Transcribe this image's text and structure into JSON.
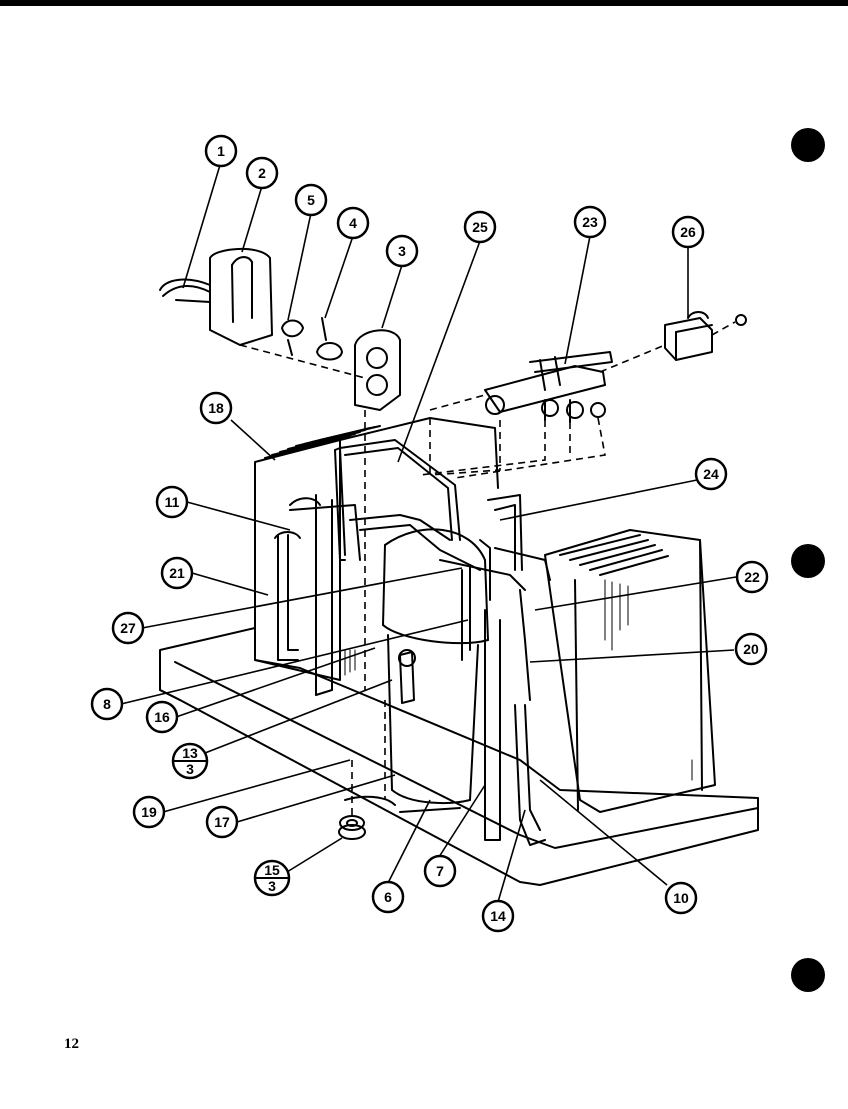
{
  "page_number": "12",
  "colors": {
    "ink": "#000000",
    "paper": "#ffffff"
  },
  "callouts": [
    {
      "id": "c1",
      "label": "1"
    },
    {
      "id": "c2",
      "label": "2"
    },
    {
      "id": "c5",
      "label": "5"
    },
    {
      "id": "c4",
      "label": "4"
    },
    {
      "id": "c3",
      "label": "3"
    },
    {
      "id": "c25",
      "label": "25"
    },
    {
      "id": "c23",
      "label": "23"
    },
    {
      "id": "c26",
      "label": "26"
    },
    {
      "id": "c18",
      "label": "18"
    },
    {
      "id": "c11",
      "label": "11"
    },
    {
      "id": "c21",
      "label": "21"
    },
    {
      "id": "c27",
      "label": "27"
    },
    {
      "id": "c8",
      "label": "8"
    },
    {
      "id": "c16",
      "label": "16"
    },
    {
      "id": "c24",
      "label": "24"
    },
    {
      "id": "c22",
      "label": "22"
    },
    {
      "id": "c20",
      "label": "20"
    },
    {
      "id": "c19",
      "label": "19"
    },
    {
      "id": "c17",
      "label": "17"
    },
    {
      "id": "c6",
      "label": "6"
    },
    {
      "id": "c7",
      "label": "7"
    },
    {
      "id": "c14",
      "label": "14"
    },
    {
      "id": "c10",
      "label": "10"
    }
  ],
  "fraction_callouts": [
    {
      "id": "f13",
      "numerator": "13",
      "denominator": "3"
    },
    {
      "id": "f15",
      "numerator": "15",
      "denominator": "3"
    }
  ]
}
